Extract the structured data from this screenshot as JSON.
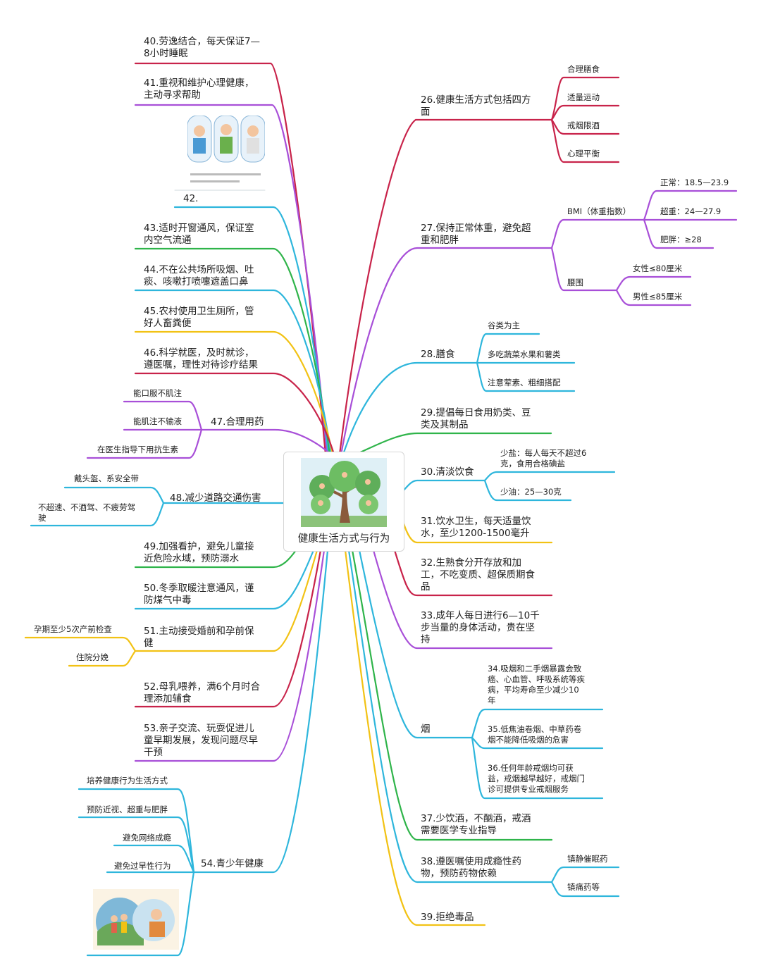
{
  "center": {
    "title": "健康生活方式与行为"
  },
  "colors": {
    "red": "#c8234a",
    "purple": "#a84fd8",
    "cyan": "#2eb6dc",
    "green": "#2fb44a",
    "yellow": "#f2c214",
    "blue": "#2b9fe0"
  },
  "nodes": {
    "n26": "26.健康生活方式包括四方\n面",
    "n26a": "合理膳食",
    "n26b": "适量运动",
    "n26c": "戒烟限酒",
    "n26d": "心理平衡",
    "n27": "27.保持正常体重，避免超\n重和肥胖",
    "n27bmi": "BMI（体重指数）",
    "n27bmi1": "正常：18.5—23.9",
    "n27bmi2": "超重：24—27.9",
    "n27bmi3": "肥胖：≥28",
    "n27w": "腰围",
    "n27w1": "女性≤80厘米",
    "n27w2": "男性≤85厘米",
    "n28": "28.膳食",
    "n28a": "谷类为主",
    "n28b": "多吃蔬菜水果和薯类",
    "n28c": "注意荤素、粗细搭配",
    "n29": "29.提倡每日食用奶类、豆\n类及其制品",
    "n30": "30.清淡饮食",
    "n30a": "少盐：每人每天不超过6\n克，食用合格碘盐",
    "n30b": "少油：25—30克",
    "n31": "31.饮水卫生，每天适量饮\n水，至少1200-1500毫升",
    "n32": "32.生熟食分开存放和加\n工，不吃变质、超保质期食\n品",
    "n33": "33.成年人每日进行6—10千\n步当量的身体活动，贵在坚\n持",
    "nsmoke": "烟",
    "n34": "34.吸烟和二手烟暴露会致\n癌、心血管、呼吸系统等疾\n病，平均寿命至少减少10\n年",
    "n35": "35.低焦油卷烟、中草药卷\n烟不能降低吸烟的危害",
    "n36": "36.任何年龄戒烟均可获\n益，戒烟越早越好，戒烟门\n诊可提供专业戒烟服务",
    "n37": "37.少饮酒，不酗酒，戒酒\n需要医学专业指导",
    "n38": "38.遵医嘱使用成瘾性药\n物，预防药物依赖",
    "n38a": "镇静催眠药",
    "n38b": "镇痛药等",
    "n39": "39.拒绝毒品",
    "n40": "40.劳逸结合，每天保证7—\n8小时睡眠",
    "n41": "41.重视和维护心理健康，\n主动寻求帮助",
    "n42": "42.",
    "n43": "43.适时开窗通风，保证室\n内空气流通",
    "n44": "44.不在公共场所吸烟、吐\n痰、咳嗽打喷嚏遮盖口鼻",
    "n45": "45.农村使用卫生厕所，管\n好人畜粪便",
    "n46": "46.科学就医，及时就诊，\n遵医嘱，理性对待诊疗结果",
    "n47": "47.合理用药",
    "n47a": "能口服不肌注",
    "n47b": "能肌注不输液",
    "n47c": "在医生指导下用抗生素",
    "n48": "48.减少道路交通伤害",
    "n48a": "戴头盔、系安全带",
    "n48b": "不超速、不酒驾、不疲劳驾\n驶",
    "n49": "49.加强看护，避免儿童接\n近危险水域，预防溺水",
    "n50": "50.冬季取暖注意通风，谨\n防煤气中毒",
    "n51": "51.主动接受婚前和孕前保\n健",
    "n51a": "孕期至少5次产前检查",
    "n51b": "住院分娩",
    "n52": "52.母乳喂养，满6个月时合\n理添加辅食",
    "n53": "53.亲子交流、玩耍促进儿\n童早期发展，发现问题尽早\n干预",
    "n54": "54.青少年健康",
    "n54a": "培养健康行为生活方式",
    "n54b": "预防近视、超重与肥胖",
    "n54c": "避免网络成瘾",
    "n54d": "避免过早性行为"
  }
}
